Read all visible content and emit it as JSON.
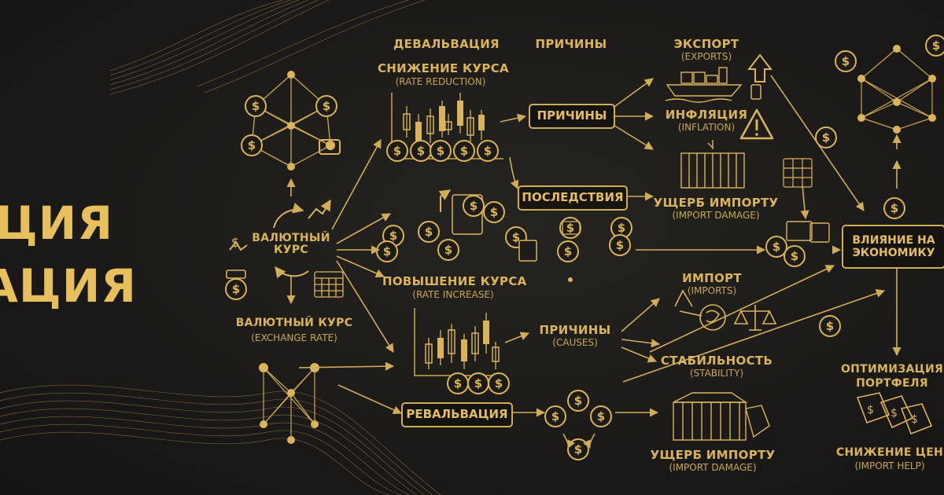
{
  "hero": {
    "line1": "ЦИЯ",
    "line2": "АЦИЯ"
  },
  "center": {
    "title": "ВАЛЮТНЫЙ КУРС",
    "caption_ru": "ВАЛЮТНЫЙ КУРС",
    "caption_en": "(EXCHANGE RATE)"
  },
  "top": {
    "devaluation": "ДЕВАЛЬВАЦИЯ",
    "causes_header": "ПРИЧИНЫ",
    "rate_reduction_ru": "СНИЖЕНИЕ КУРСА",
    "rate_reduction_en": "(RATE REDUCTION)",
    "causes_box": "ПРИЧИНЫ",
    "consequences_box": "ПОСЛЕДСТВИЯ"
  },
  "right_top": {
    "export_ru": "ЭКСПОРТ",
    "export_en": "(EXPORTS)",
    "inflation_ru": "ИНФЛЯЦИЯ",
    "inflation_en": "(INFLATION)",
    "import_damage_ru": "УЩЕРБ ИМПОРТУ",
    "import_damage_en": "(IMPORT DAMAGE)"
  },
  "middle": {
    "rate_increase_ru": "ПОВЫШЕНИЕ КУРСА",
    "rate_increase_en": "(RATE INCREASE)",
    "causes_ru": "ПРИЧИНЫ",
    "causes_en": "(CAUSES)",
    "revaluation_box": "РЕВАЛЬВАЦИЯ"
  },
  "right_mid": {
    "imports_ru": "ИМПОРТ",
    "imports_en": "(IMPORTS)",
    "stability_ru": "СТАБИЛЬНОСТЬ",
    "stability_en": "(STABILITY)"
  },
  "right_bottom": {
    "import_damage_ru": "УЩЕРБ ИМПОРТУ",
    "import_damage_en": "(IMPORT DAMAGE)"
  },
  "far_right": {
    "economy_box": "ВЛИЯНИЕ НА ЭКОНОМИКУ",
    "optimization_ru": "ОПТИМИЗАЦИЯ ПОРТФЕЛЯ",
    "price_reduction_ru": "СНИЖЕНИЕ ЦЕН",
    "price_reduction_en": "(IMPORT HELP)"
  },
  "colors": {
    "gold": "#d9b45c",
    "background": "#1b1a18"
  }
}
